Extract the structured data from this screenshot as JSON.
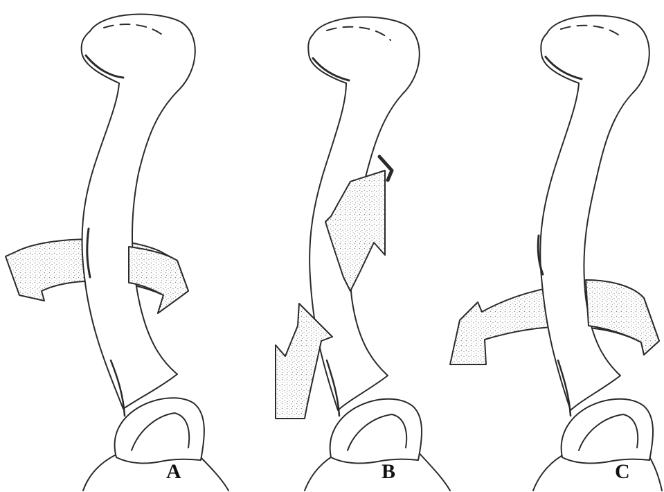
{
  "panels": [
    {
      "label": "A",
      "motion": "rotation"
    },
    {
      "label": "B",
      "motion": "translation"
    },
    {
      "label": "C",
      "motion": "rotation"
    }
  ],
  "colors": {
    "ink": "#2a2a2a",
    "stipple": "#8a8a8a",
    "background": "#ffffff"
  }
}
